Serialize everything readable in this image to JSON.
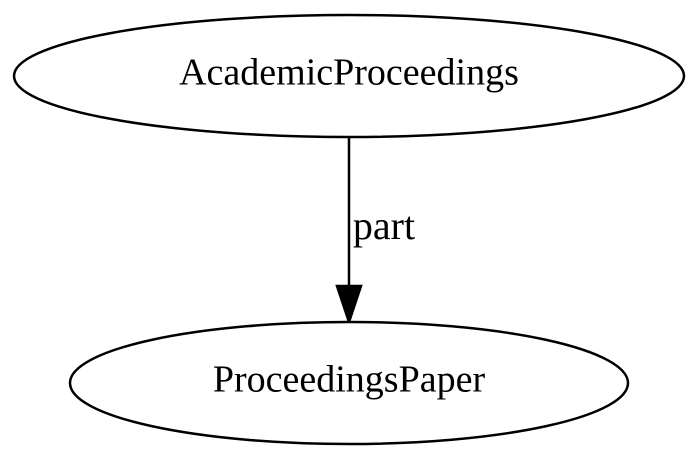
{
  "diagram": {
    "type": "directed-graph",
    "nodes": [
      {
        "id": "academic_proceedings",
        "label": "AcademicProceedings",
        "shape": "ellipse"
      },
      {
        "id": "proceedings_paper",
        "label": "ProceedingsPaper",
        "shape": "ellipse"
      }
    ],
    "edges": [
      {
        "from": "academic_proceedings",
        "to": "proceedings_paper",
        "label": "part"
      }
    ],
    "colors": {
      "stroke": "#000000",
      "background": "#ffffff",
      "text": "#000000"
    }
  }
}
